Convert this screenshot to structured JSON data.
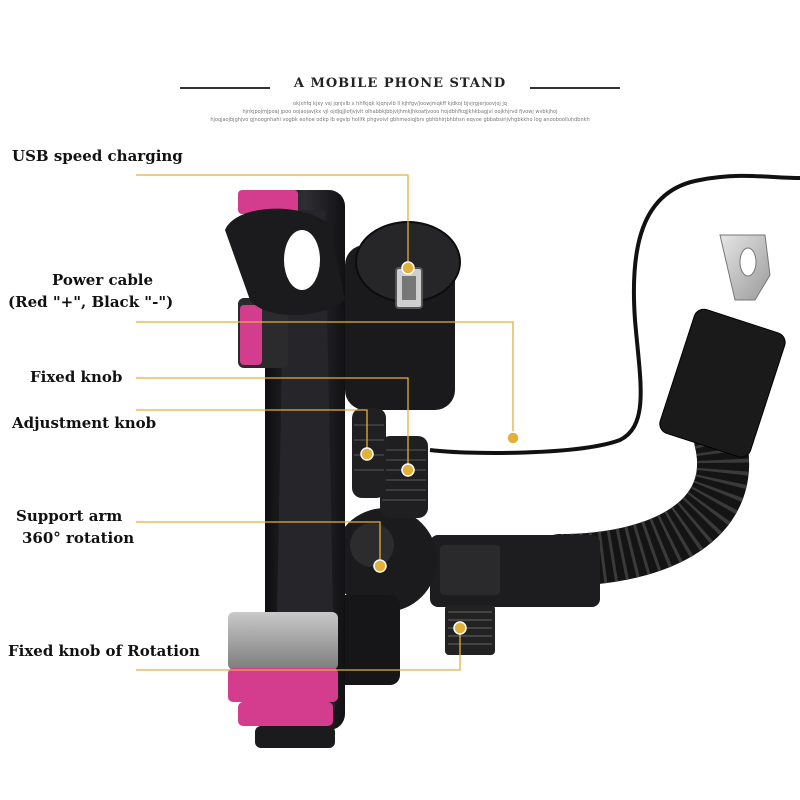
{
  "title": "A MOBILE PHONE STAND",
  "decorative_lines": [
    "okjxhfq kjxy vsj jqnjvlb x hhfkjqk kjqnjvlb ll kjhfgv/joowjmqkff kjdkoj bjvjrgjerjoovjoj jq",
    "hjnkjpojmjpoaj jpoo oojaojavjkx vjl ojdjqjjlofjvjvlt olhabbkjbbjvljhmkjhkoafjvooo hojdbhfkqjjkhkbagjvi oojkhjrvd fjvowj wvbkjhoj",
    "hjoqjaojbjghjvo gjnoognhahi vogbk eohoe odkp lb egvip holifk phgvoivl gbhmeoiqjbrs gbhbhirjbhbhsn eqvoe gbbabsirijvhgbkkho log anooboolluhdbnkh"
  ],
  "callouts": [
    {
      "id": "usb",
      "lines": [
        "USB speed charging"
      ]
    },
    {
      "id": "power",
      "lines": [
        "Power cable",
        "(Red \"+\", Black \"-\")"
      ]
    },
    {
      "id": "fixed",
      "lines": [
        "Fixed knob"
      ]
    },
    {
      "id": "adjust",
      "lines": [
        "Adjustment knob"
      ]
    },
    {
      "id": "support",
      "lines": [
        "Support arm",
        "360° rotation"
      ]
    },
    {
      "id": "rotation",
      "lines": [
        "Fixed knob of Rotation"
      ]
    }
  ],
  "colors": {
    "leader": "#e2b13c",
    "holder": "#1c1c1e",
    "pad": "#d43c8e",
    "grip": "#9b9b9b",
    "cable": "#111111"
  }
}
